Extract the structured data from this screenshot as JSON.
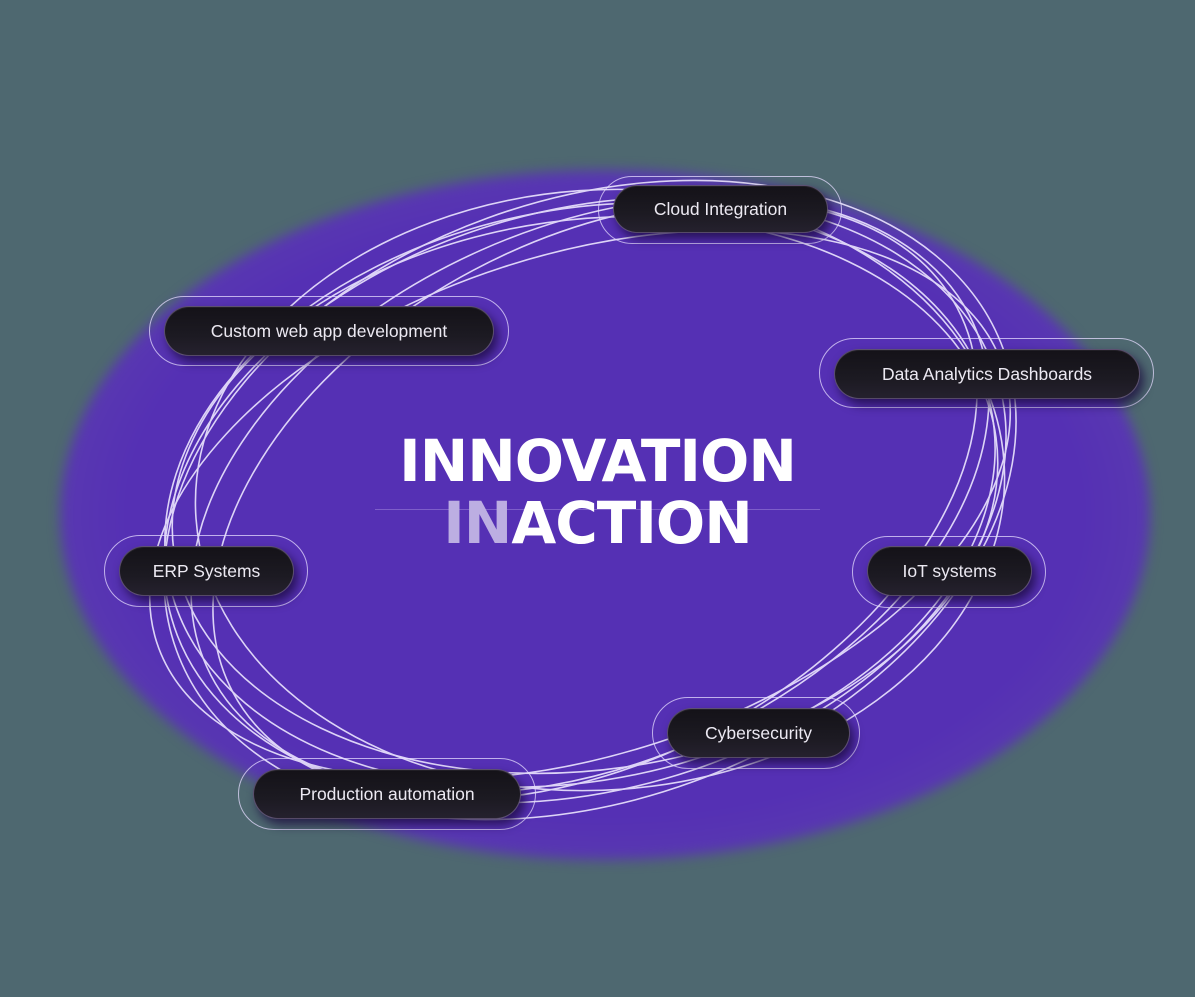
{
  "title": {
    "line1": "INNOVATION",
    "line2_dim": "IN",
    "line2_main": "ACTION"
  },
  "colors": {
    "background": "#4e6870",
    "glow": "#5530b4",
    "pill": "#17151c",
    "pill_text": "#ece9f2",
    "title_dim": "#bcaee2",
    "ring_stroke": "#ece6ff"
  },
  "pills": [
    {
      "label": "Cloud Integration"
    },
    {
      "label": "Custom web app development"
    },
    {
      "label": "Data Analytics Dashboards"
    },
    {
      "label": "ERP Systems"
    },
    {
      "label": "IoT systems"
    },
    {
      "label": "Cybersecurity"
    },
    {
      "label": "Production automation"
    }
  ]
}
